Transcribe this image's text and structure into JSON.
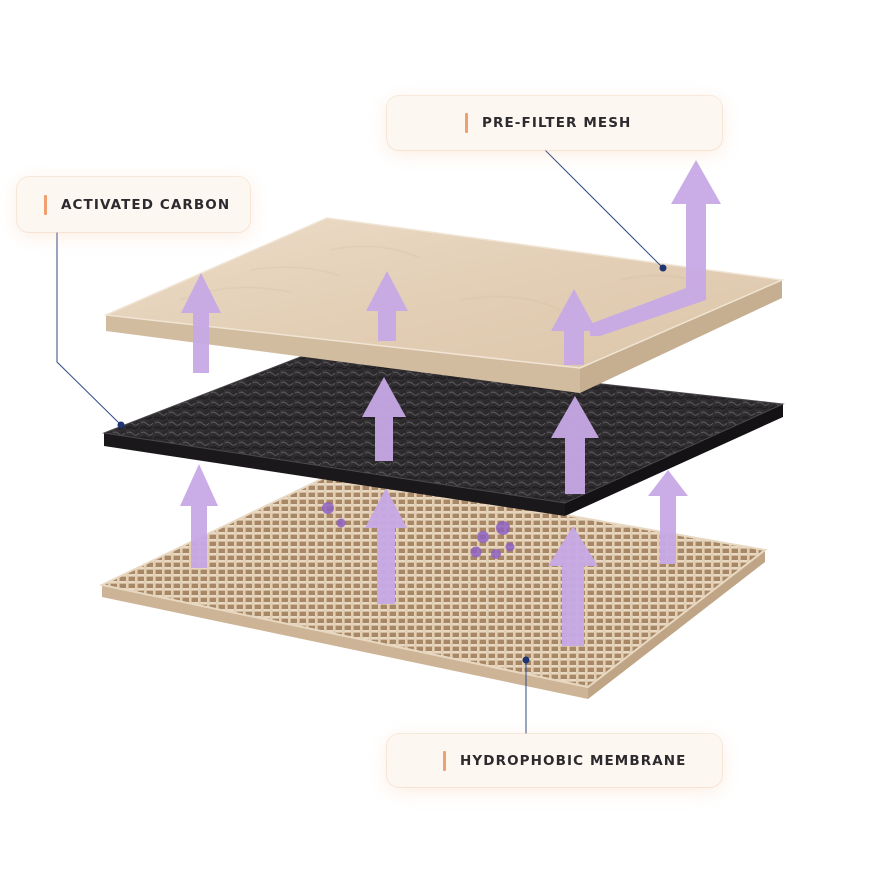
{
  "labels": {
    "pre_filter": "PRE-FILTER MESH",
    "activated_carbon": "ACTIVATED CARBON",
    "hydrophobic_membrane": "HYDROPHOBIC MEMBRANE"
  },
  "colors": {
    "accent_bar": "#f0a070",
    "label_card_bg": "#fdf7f1",
    "label_text": "#2c2a2e",
    "leader_line": "#2e4a86",
    "arrow": "#c7a9e6",
    "particle": "#8e62c2",
    "top_layer": "#e6d4be",
    "middle_layer": "#2e2c2f",
    "bottom_mesh": "#dcc6aa"
  },
  "icons": {
    "airflow": "arrow-up-icon",
    "particles": "particle-dots-icon",
    "accent": "accent-bar"
  }
}
